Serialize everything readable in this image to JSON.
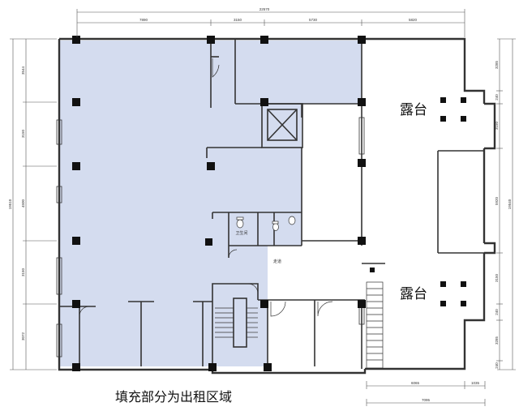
{
  "caption": "填充部分为出租区域",
  "terraces": [
    "露台",
    "露台"
  ],
  "room_labels": {
    "toilet": "卫生间",
    "corridor": "走道"
  },
  "dimensions": {
    "top_total": "22570",
    "top_segments": [
      "7890",
      "3150",
      "5730",
      "5820"
    ],
    "left_total": "19510",
    "left_segments": [
      "3544",
      "3150",
      "4500",
      "3150",
      "3072"
    ],
    "right_total": "19540",
    "right_segments": [
      "3285",
      "240",
      "3150",
      "5920",
      "3150",
      "240",
      "3285",
      "240"
    ],
    "bottom_segments": [
      "6065",
      "1035"
    ],
    "bottom_total": "7095"
  },
  "colors": {
    "rental_fill": "#d4dcef",
    "wall": "#333333",
    "column": "#111111",
    "dim_line": "#555555"
  }
}
